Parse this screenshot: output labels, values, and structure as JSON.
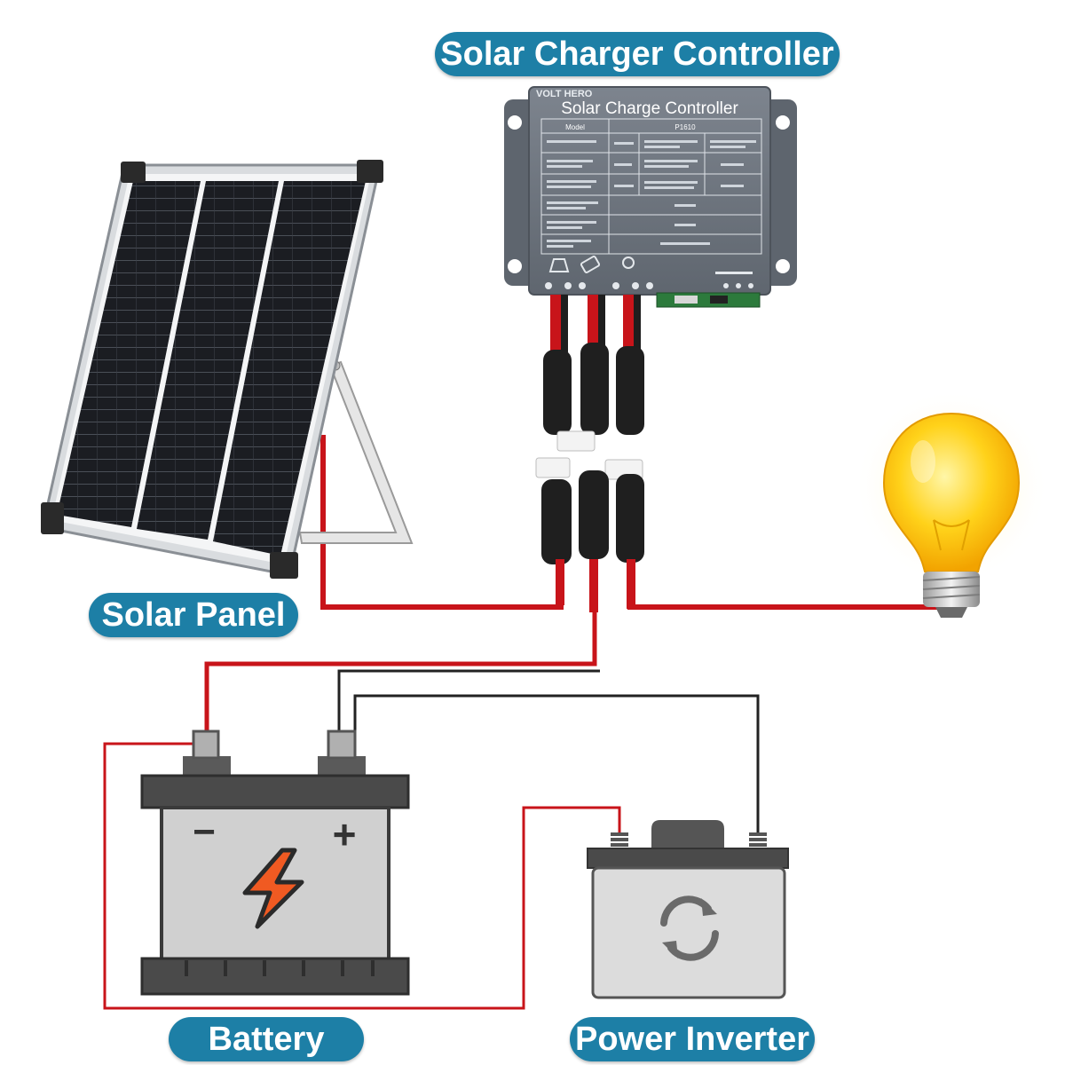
{
  "labels": {
    "controller": "Solar Charger Controller",
    "panel": "Solar Panel",
    "battery": "Battery",
    "inverter": "Power Inverter"
  },
  "controller_device": {
    "brand": "VOLT HERO",
    "title": "Solar Charge Controller",
    "model_header": "Model",
    "model_value": "P1610"
  },
  "battery_symbols": {
    "negative": "−",
    "positive": "+"
  },
  "colors": {
    "label_bg": "#1d7fa6",
    "wire_red": "#c8141a",
    "wire_black": "#222222",
    "controller_body": "#6f7680",
    "battery_body": "#d0d0d0",
    "bolt": "#f05a22"
  }
}
